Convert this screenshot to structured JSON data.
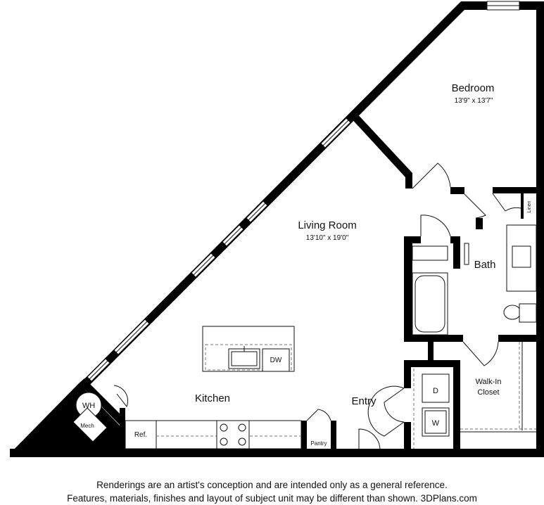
{
  "rooms": {
    "bedroom": {
      "name": "Bedroom",
      "dims": "13'9\" x 13'7\""
    },
    "living_room": {
      "name": "Living Room",
      "dims": "13'10\" x 19'0\""
    },
    "bath": {
      "name": "Bath"
    },
    "walk_in_closet": {
      "line1": "Walk-In",
      "line2": "Closet"
    },
    "kitchen": {
      "name": "Kitchen"
    },
    "entry": {
      "name": "Entry"
    }
  },
  "fixtures": {
    "water_heater": "WH",
    "mech": "Mech",
    "refrigerator": "Ref.",
    "pantry": "Pantry",
    "dishwasher": "DW",
    "dryer": "D",
    "washer": "W",
    "linen": "Linen"
  },
  "disclaimer": {
    "line1": "Renderings are an artist's conception and are intended only as a general reference.",
    "line2": "Features, materials, finishes and layout of subject unit may be different than shown. 3DPlans.com"
  }
}
